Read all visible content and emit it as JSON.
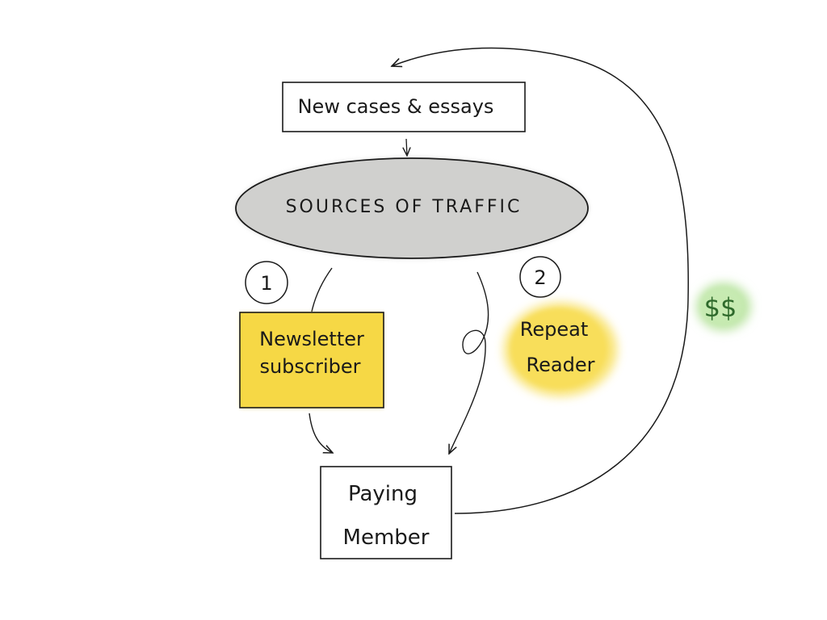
{
  "diagram": {
    "top_box": "New cases & essays",
    "ellipse": "SOURCES OF TRAFFIC",
    "badge_1": "1",
    "badge_2": "2",
    "newsletter_line1": "Newsletter",
    "newsletter_line2": "subscriber",
    "repeat_line1": "Repeat",
    "repeat_line2": "Reader",
    "member_line1": "Paying",
    "member_line2": "Member",
    "money": "$$"
  },
  "colors": {
    "ink": "#1a1a1a",
    "ellipse_fill": "#cfcfcd",
    "newsletter_fill": "#f6d845",
    "repeat_fill": "#f8de5a",
    "money_glow": "#bfe6a8",
    "money_ink": "#2f6a2c"
  }
}
